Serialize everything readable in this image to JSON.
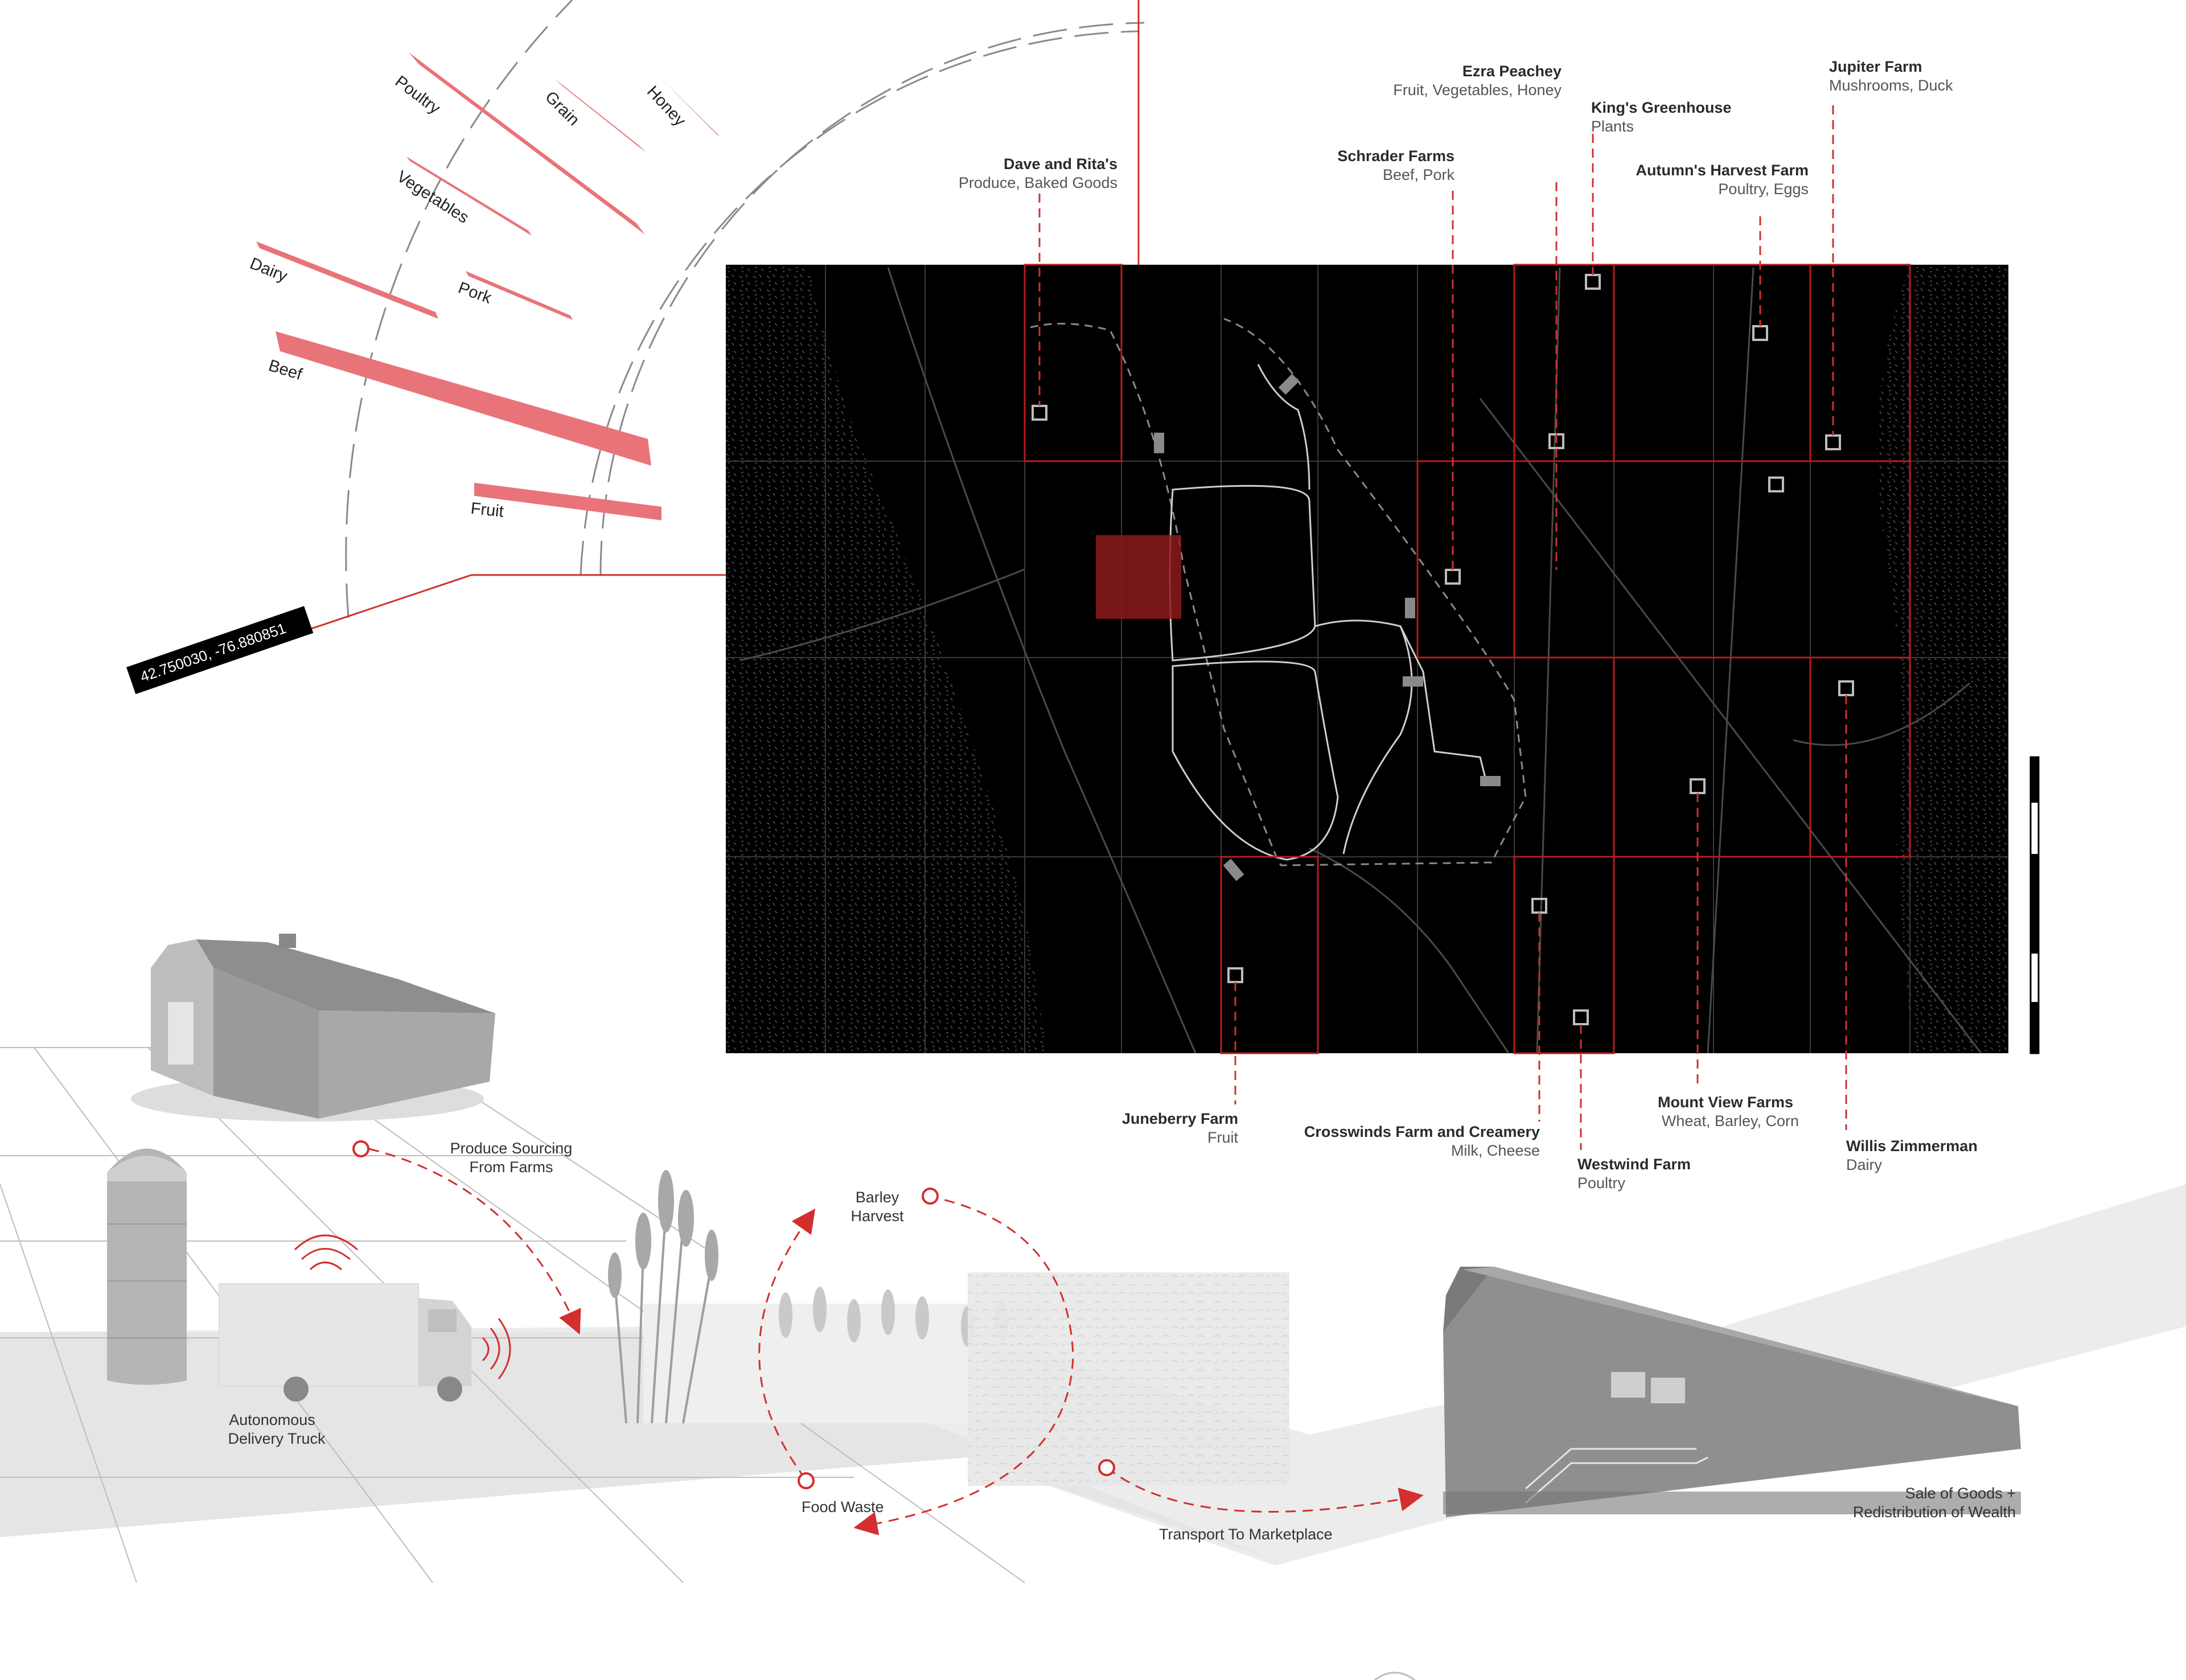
{
  "colors": {
    "accent": "#e07074",
    "accent_line": "#d32f2f",
    "map_bg": "#000000",
    "grid_gray": "#d9d9d9",
    "label_gray": "#555555"
  },
  "radial_chart": {
    "items": [
      {
        "label": "Poultry"
      },
      {
        "label": "Grain"
      },
      {
        "label": "Honey"
      },
      {
        "label": "Vegetables"
      },
      {
        "label": "Dairy"
      },
      {
        "label": "Pork"
      },
      {
        "label": "Beef"
      },
      {
        "label": "Fruit"
      }
    ]
  },
  "coordinate": "42.750030, -76.880851",
  "farms": [
    {
      "name": "Dave and Rita's",
      "goods": "Produce, Baked Goods"
    },
    {
      "name": "Ezra Peachey",
      "goods": "Fruit, Vegetables, Honey"
    },
    {
      "name": "Schrader Farms",
      "goods": "Beef, Pork"
    },
    {
      "name": "King's Greenhouse",
      "goods": "Plants"
    },
    {
      "name": "Autumn's Harvest Farm",
      "goods": "Poultry, Eggs"
    },
    {
      "name": "Jupiter Farm",
      "goods": "Mushrooms, Duck"
    },
    {
      "name": "Juneberry Farm",
      "goods": "Fruit"
    },
    {
      "name": "Crosswinds Farm and Creamery",
      "goods": "Milk, Cheese"
    },
    {
      "name": "Westwind Farm",
      "goods": "Poultry"
    },
    {
      "name": "Mount View Farms",
      "goods": "Wheat, Barley, Corn"
    },
    {
      "name": "Willis Zimmerman",
      "goods": "Dairy"
    }
  ],
  "flow": {
    "produce_sourcing_1": "Produce Sourcing",
    "produce_sourcing_2": "From Farms",
    "barley_1": "Barley",
    "barley_2": "Harvest",
    "truck_1": "Autonomous",
    "truck_2": "Delivery Truck",
    "food_waste": "Food Waste",
    "transport": "Transport To Marketplace",
    "sale_1": "Sale of Goods +",
    "sale_2": "Redistribution of Wealth"
  }
}
